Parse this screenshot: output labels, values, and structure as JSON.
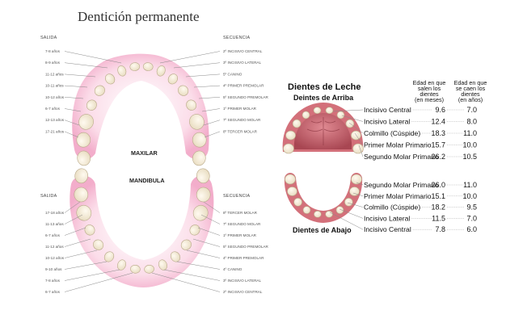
{
  "title": "Dentición permanente",
  "permanent": {
    "upper": {
      "jaw_label": "MAXILAR",
      "left_header": "SALIDA",
      "right_header": "SECUENCIA",
      "ages": [
        "7-8 años",
        "8-9 años",
        "11-12 años",
        "10-11 años",
        "10-12 años",
        "6-7 años",
        "12-13 años",
        "17-21 años"
      ],
      "sequence": [
        "2º INCISIVO CENTRAL",
        "3º INCISIVO LATERAL",
        "5º CANINO",
        "4º PRIMER PREMOLAR",
        "5º SEGUNDO PREMOLAR",
        "1º PRIMER MOLAR",
        "7º SEGUNDO MOLAR",
        "8º TERCER MOLAR"
      ]
    },
    "lower": {
      "jaw_label": "MANDIBULA",
      "left_header": "SALIDA",
      "right_header": "SECUENCIA",
      "ages": [
        "17-18 años",
        "11-13 años",
        "6-7 años",
        "11-12 años",
        "10-12 años",
        "9-10 años",
        "7-8 años",
        "6-7 años"
      ],
      "sequence": [
        "8º TERCER MOLAR",
        "7º SEGUNDO MOLAR",
        "1º PRIMER MOLAR",
        "5º SEGUNDO PREMOLAR",
        "4º PRIMER PREMOLAR",
        "4º CANINO",
        "3º INCISIVO LATERAL",
        "2º INCISIVO CENTRAL"
      ]
    }
  },
  "primary": {
    "title": "Dientes de Leche",
    "col_erupt": [
      "Edad en que",
      "salen los",
      "dientes",
      "(en meses)"
    ],
    "col_shed": [
      "Edad en que",
      "se caen los",
      "dientes",
      "(en años)"
    ],
    "upper": {
      "title": "Deintes de Arriba",
      "rows": [
        {
          "name": "Incisivo Central",
          "erupt": "9.6",
          "shed": "7.0"
        },
        {
          "name": "Incisivo Lateral",
          "erupt": "12.4",
          "shed": "8.0"
        },
        {
          "name": "Colmillo (Cúspide)",
          "erupt": "18.3",
          "shed": "11.0"
        },
        {
          "name": "Primer Molar Primario",
          "erupt": "15.7",
          "shed": "10.0"
        },
        {
          "name": "Segundo Molar Primario",
          "erupt": "26.2",
          "shed": "10.5"
        }
      ]
    },
    "lower": {
      "title": "Dientes de Abajo",
      "rows": [
        {
          "name": "Segundo Molar Primario",
          "erupt": "26.0",
          "shed": "11.0"
        },
        {
          "name": "Primer Molar Primario",
          "erupt": "15.1",
          "shed": "10.0"
        },
        {
          "name": "Colmillo (Cúspide)",
          "erupt": "18.2",
          "shed": "9.5"
        },
        {
          "name": "Incisivo Lateral",
          "erupt": "11.5",
          "shed": "7.0"
        },
        {
          "name": "Incisivo Central",
          "erupt": "7.8",
          "shed": "6.0"
        }
      ]
    }
  },
  "colors": {
    "gum_pink": "#f0a6c6",
    "gum_light": "#f9d3e3",
    "tooth": "#f6ecd8",
    "tooth_stroke": "#b9a98a",
    "palate": "#c8616a",
    "palate_dark": "#9c3f48"
  }
}
